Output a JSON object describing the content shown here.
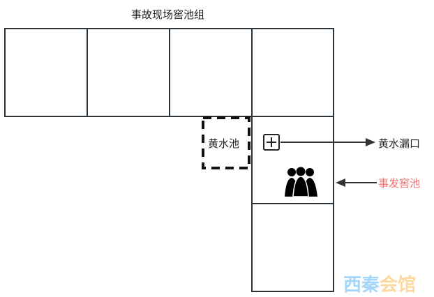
{
  "title": "事故现场窖池组",
  "yellow_pool_label": "黄水池",
  "leak_label": "黄水漏口",
  "incident_label": "事发窖池",
  "watermark": {
    "part1": "西秦",
    "part2": "会馆"
  },
  "colors": {
    "line": "#2b3338",
    "incident": "#f06b6b",
    "wm_blue": "#a3d5f8",
    "wm_orange": "#fcd9a3"
  }
}
